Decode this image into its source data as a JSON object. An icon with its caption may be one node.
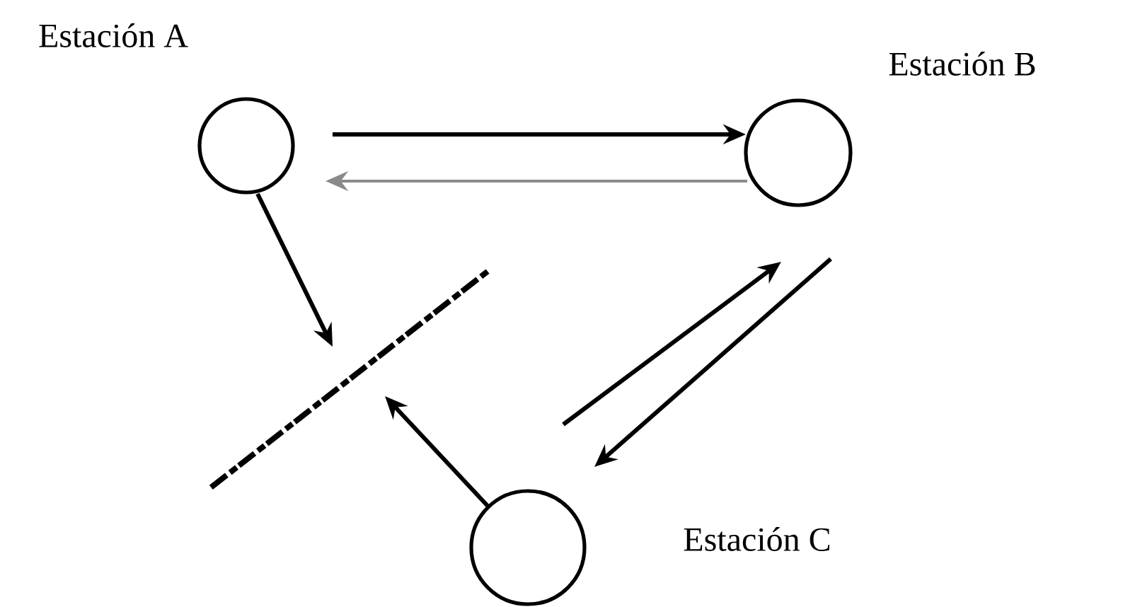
{
  "diagram": {
    "nodes": [
      {
        "text": [
          "Estación A"
        ]
      },
      {
        "text": [
          "Estación B"
        ]
      },
      {
        "text": [
          "Estación C"
        ]
      },
      {
        "text": [],
        "shape": "bar"
      }
    ],
    "edges": [
      {
        "from": 0,
        "to": 1,
        "arrow": "to"
      },
      {
        "from": 1,
        "to": 0,
        "arrow": "to",
        "color": "#8a8a8a"
      },
      {
        "from": 0,
        "to": 3,
        "arrow": "to"
      },
      {
        "from": 2,
        "to": 3,
        "arrow": "to"
      },
      {
        "from": 2,
        "to": 1,
        "arrow": "to"
      },
      {
        "from": 1,
        "to": 2,
        "arrow": "to"
      }
    ]
  }
}
